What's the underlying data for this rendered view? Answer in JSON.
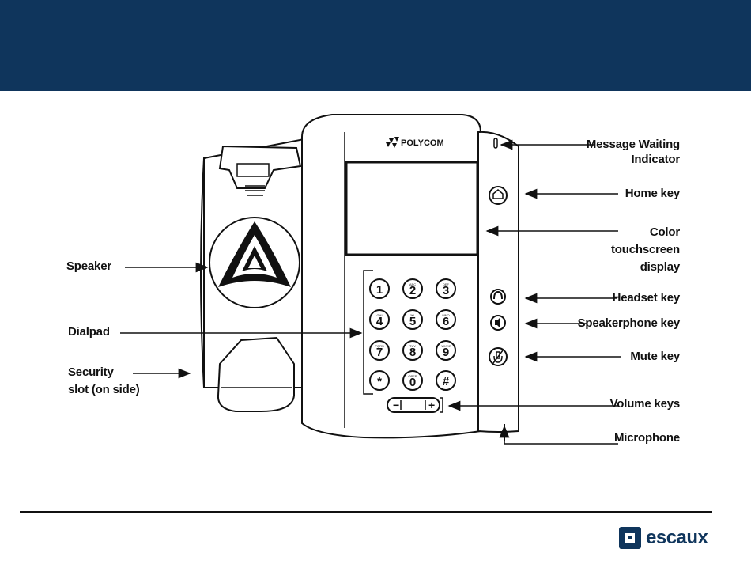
{
  "labels": {
    "speaker": "Speaker",
    "dialpad": "Dialpad",
    "security_line1": "Security",
    "security_line2": "slot (on side)",
    "message_waiting_line1": "Message Waiting",
    "message_waiting_line2": "Indicator",
    "home_key": "Home key",
    "color_line1": "Color",
    "color_line2": "touchscreen",
    "color_line3": "display",
    "headset_key": "Headset key",
    "speakerphone_key": "Speakerphone key",
    "mute_key": "Mute key",
    "volume_keys": "Volume keys",
    "microphone": "Microphone"
  },
  "phone": {
    "brand": "POLYCOM",
    "keys": [
      {
        "digit": "1",
        "letters": ""
      },
      {
        "digit": "2",
        "letters": "ABC"
      },
      {
        "digit": "3",
        "letters": "DEF"
      },
      {
        "digit": "4",
        "letters": "GHI"
      },
      {
        "digit": "5",
        "letters": "JKL"
      },
      {
        "digit": "6",
        "letters": "MNO"
      },
      {
        "digit": "7",
        "letters": "PQRS"
      },
      {
        "digit": "8",
        "letters": "TUV"
      },
      {
        "digit": "9",
        "letters": "WXYZ"
      },
      {
        "digit": "*",
        "letters": ""
      },
      {
        "digit": "0",
        "letters": "OPER"
      },
      {
        "digit": "#",
        "letters": ""
      }
    ],
    "volume_minus": "−",
    "volume_plus": "+"
  },
  "logo": {
    "text": "escaux",
    "icon": "escaux-logo-icon"
  },
  "colors": {
    "header": "#0f355c",
    "brand": "#0f355c"
  }
}
